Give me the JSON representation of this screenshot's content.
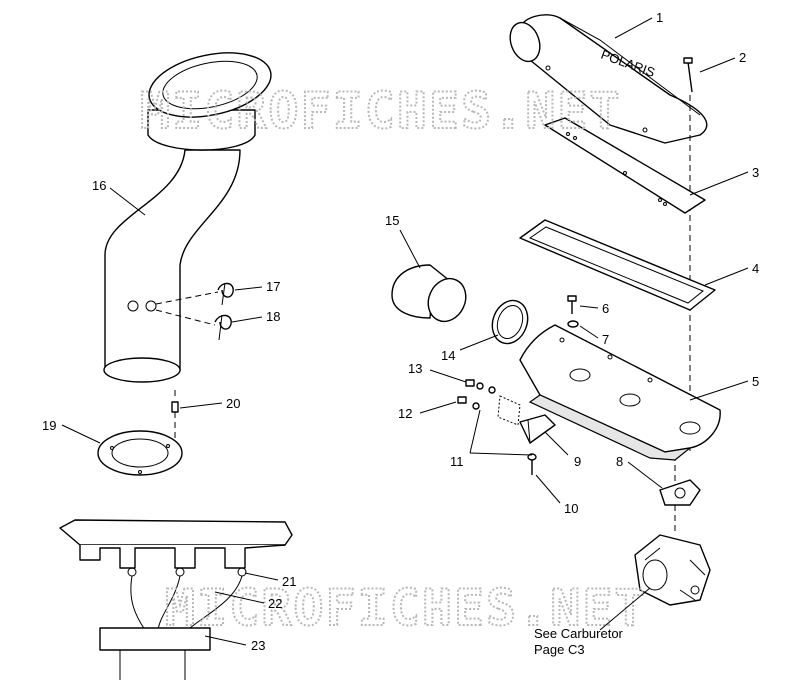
{
  "watermark": "MICROFICHES.NET",
  "note": {
    "line1": "See Carburetor",
    "line2": "Page C3"
  },
  "callouts": [
    "1",
    "2",
    "3",
    "4",
    "5",
    "6",
    "7",
    "8",
    "9",
    "10",
    "11",
    "12",
    "13",
    "14",
    "15",
    "16",
    "17",
    "18",
    "19",
    "20",
    "21",
    "22",
    "23"
  ],
  "stamp_text": "POLARIS",
  "colors": {
    "line": "#000000",
    "watermark": "#b8b8b8",
    "background": "#ffffff"
  }
}
